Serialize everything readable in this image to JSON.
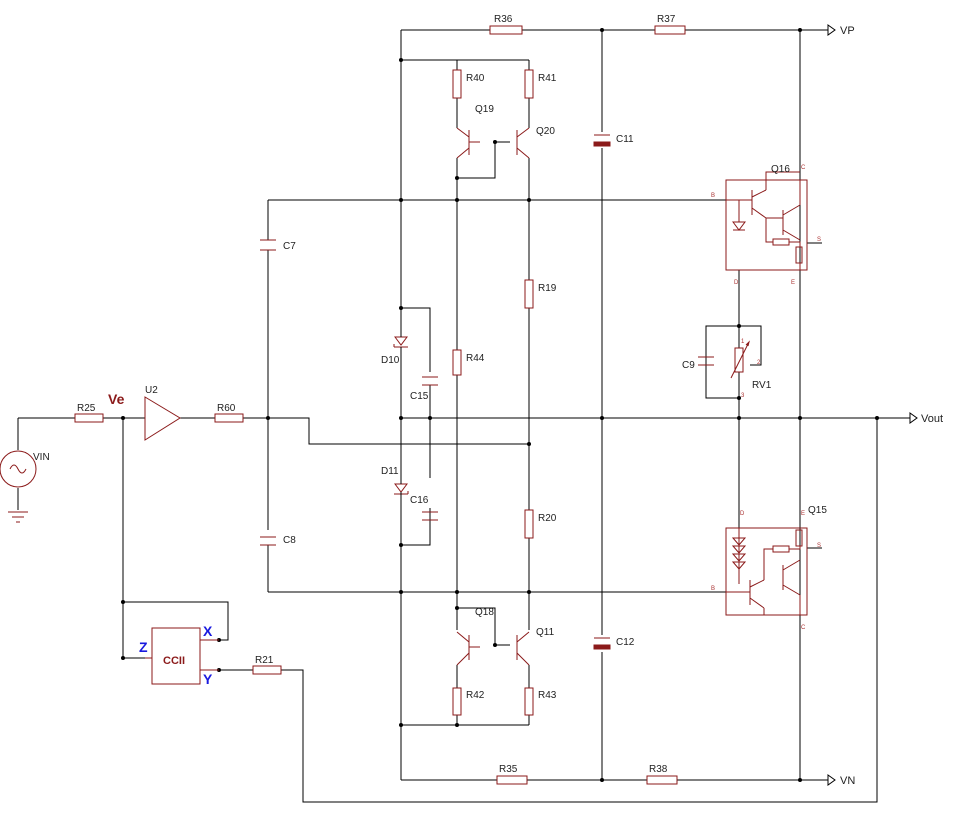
{
  "nets": {
    "vp": "VP",
    "vn": "VN",
    "vout": "Vout",
    "ve": "Ve"
  },
  "source": {
    "name": "VIN"
  },
  "opamp": {
    "name": "U2"
  },
  "ccii": {
    "label": "CCII",
    "x": "X",
    "y": "Y",
    "z": "Z"
  },
  "resistors": {
    "r25": "R25",
    "r60": "R60",
    "r21": "R21",
    "r36": "R36",
    "r37": "R37",
    "r40": "R40",
    "r41": "R41",
    "r19": "R19",
    "r44": "R44",
    "r20": "R20",
    "r42": "R42",
    "r43": "R43",
    "r35": "R35",
    "r38": "R38",
    "rv1": "RV1"
  },
  "capacitors": {
    "c7": "C7",
    "c8": "C8",
    "c11": "C11",
    "c12": "C12",
    "c15": "C15",
    "c16": "C16",
    "c9": "C9"
  },
  "diodes": {
    "d10": "D10",
    "d11": "D11"
  },
  "transistors": {
    "q19": "Q19",
    "q20": "Q20",
    "q18": "Q18",
    "q11": "Q11",
    "q16": "Q16",
    "q15": "Q15"
  },
  "pins": {
    "b": "B",
    "c": "C",
    "d": "D",
    "e": "E",
    "s": "S",
    "p1": "1",
    "p2": "2",
    "p3": "3"
  },
  "colors": {
    "component": "#8b1a1a",
    "wire": "#000000",
    "pin_label": "#1a1adf"
  }
}
